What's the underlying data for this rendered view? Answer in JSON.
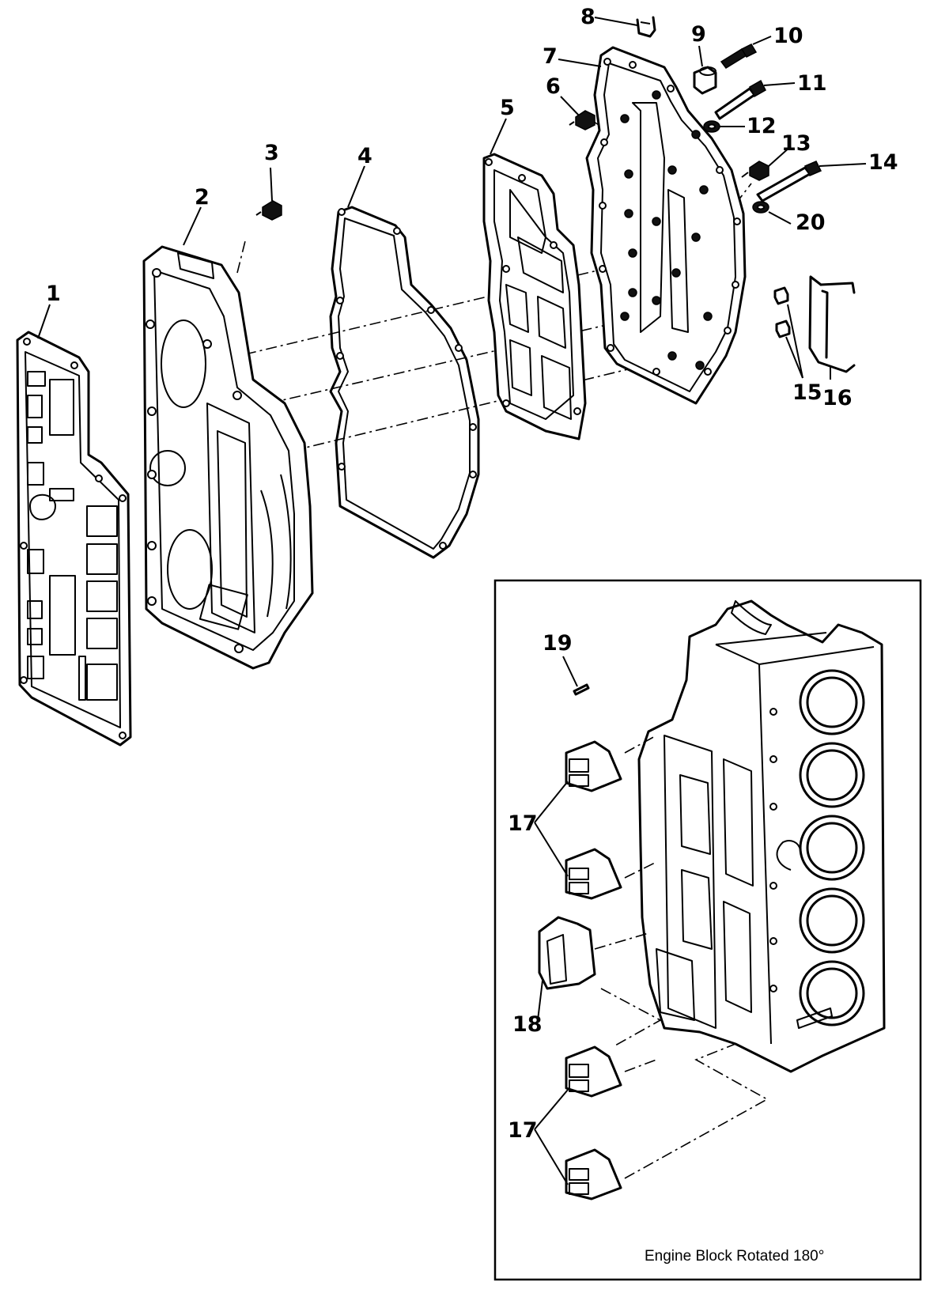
{
  "callouts": [
    {
      "id": "1",
      "label": "1"
    },
    {
      "id": "2",
      "label": "2"
    },
    {
      "id": "3",
      "label": "3"
    },
    {
      "id": "4",
      "label": "4"
    },
    {
      "id": "5",
      "label": "5"
    },
    {
      "id": "6",
      "label": "6"
    },
    {
      "id": "7",
      "label": "7"
    },
    {
      "id": "8",
      "label": "8"
    },
    {
      "id": "9",
      "label": "9"
    },
    {
      "id": "10",
      "label": "10"
    },
    {
      "id": "11",
      "label": "11"
    },
    {
      "id": "12",
      "label": "12"
    },
    {
      "id": "13",
      "label": "13"
    },
    {
      "id": "14",
      "label": "14"
    },
    {
      "id": "15",
      "label": "15"
    },
    {
      "id": "16",
      "label": "16"
    },
    {
      "id": "17a",
      "label": "17"
    },
    {
      "id": "17b",
      "label": "17"
    },
    {
      "id": "18",
      "label": "18"
    },
    {
      "id": "19",
      "label": "19"
    },
    {
      "id": "20",
      "label": "20"
    }
  ],
  "inset": {
    "caption": "Engine Block Rotated 180°"
  }
}
